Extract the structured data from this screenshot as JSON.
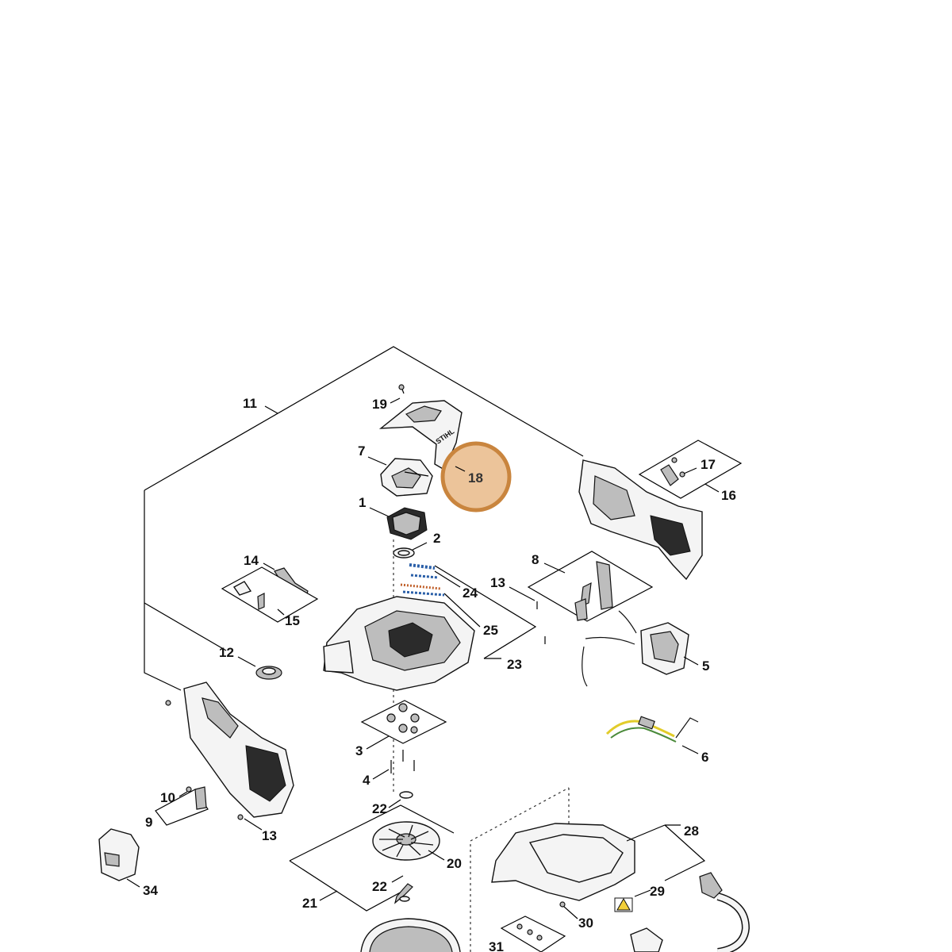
{
  "diagram": {
    "highlighted_part": "18",
    "callouts": {
      "c1": "1",
      "c2": "2",
      "c3": "3",
      "c4": "4",
      "c5": "5",
      "c6": "6",
      "c7": "7",
      "c8": "8",
      "c9": "9",
      "c10": "10",
      "c11": "11",
      "c12": "12",
      "c13a": "13",
      "c13b": "13",
      "c14": "14",
      "c15": "15",
      "c16": "16",
      "c17": "17",
      "c18": "18",
      "c19": "19",
      "c20": "20",
      "c21": "21",
      "c22a": "22",
      "c22b": "22",
      "c23": "23",
      "c24": "24",
      "c25": "25",
      "c28": "28",
      "c29": "29",
      "c30": "30",
      "c31": "31",
      "c34": "34"
    },
    "colors": {
      "highlight_fill": "#ecc49a",
      "highlight_ring": "#c9853e",
      "line": "#000000"
    }
  }
}
